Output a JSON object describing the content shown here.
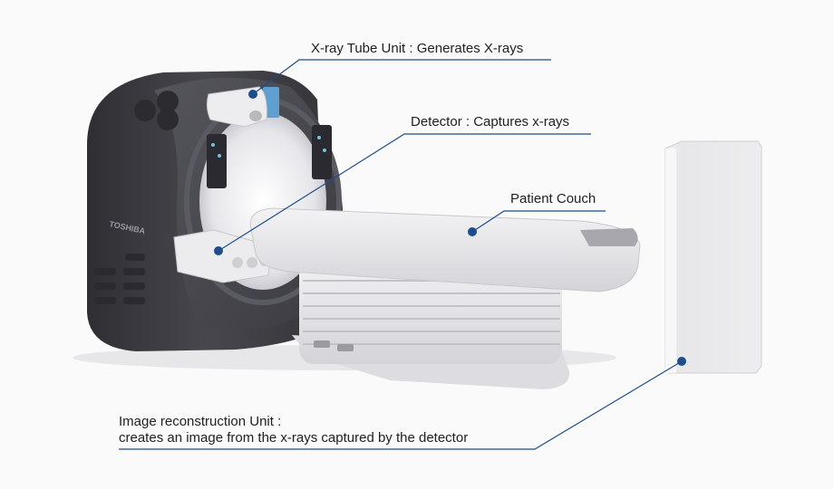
{
  "labels": {
    "xray_tube": "X-ray Tube Unit : Generates X-rays",
    "detector": "Detector : Captures x-rays",
    "patient_couch": "Patient Couch",
    "recon_line1": "Image reconstruction Unit :",
    "recon_line2": "creates an image from the x-rays captured by the detector"
  },
  "brand_text": "TOSHIBA",
  "colors": {
    "background": "#fafafa",
    "gantry": "#3a3a3f",
    "gantry_face": "#4a4a50",
    "device_light": "#ececee",
    "leader_line": "#1d4e89",
    "leader_dot": "#1d4e89",
    "text": "#222222"
  }
}
